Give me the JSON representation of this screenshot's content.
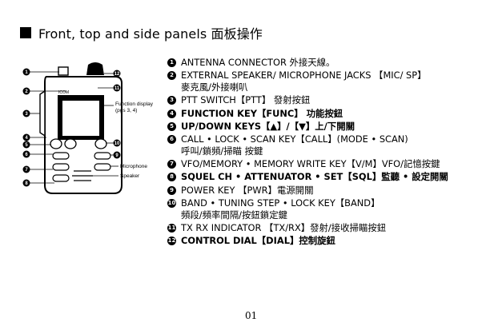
{
  "header": {
    "title": "Front, top and side panels 面板操作"
  },
  "figure": {
    "display_label": "Function display",
    "display_pages": "(pgs 3, 4)",
    "microphone_label": "Microphone",
    "speaker_label": "Speaker",
    "brand": "ICOM",
    "callouts": [
      "1",
      "2",
      "3",
      "4",
      "5",
      "6",
      "7",
      "8",
      "9",
      "10",
      "11",
      "12"
    ]
  },
  "items": [
    {
      "num": "1",
      "line1": "ANTENNA CONNECTOR 外接天線。",
      "line2": "",
      "bold": false
    },
    {
      "num": "2",
      "line1": "EXTERNAL SPEAKER/ MICROPHONE JACKS 【MIC/ SP】",
      "line2": "麥克風/外接喇叭",
      "bold": false
    },
    {
      "num": "3",
      "line1": "PTT SWITCH【PTT】 發射按鈕",
      "line2": "",
      "bold": false
    },
    {
      "num": "4",
      "line1": "FUNCTION KEY【FUNC】 功能按鈕",
      "line2": "",
      "bold": true
    },
    {
      "num": "5",
      "line1": "UP/DOWN KEYS【▲】/【▼】上/下開關",
      "line2": "",
      "bold": true
    },
    {
      "num": "6",
      "line1": "CALL • LOCK • SCAN KEY【CALL】(MODE • SCAN)",
      "line2": "呼叫/鎖頻/掃瞄 按鍵",
      "bold": false
    },
    {
      "num": "7",
      "line1": "VFO/MEMORY • MEMORY WRITE KEY【V/M】VFO/記憶按鍵",
      "line2": "",
      "bold": false
    },
    {
      "num": "8",
      "line1": "SQUEL CH • ATTENUATOR • SET【SQL】監聽 • 設定開關",
      "line2": "",
      "bold": true
    },
    {
      "num": "9",
      "line1": "POWER KEY 【PWR】電源開關",
      "line2": "",
      "bold": false
    },
    {
      "num": "10",
      "line1": "BAND • TUNING STEP • LOCK KEY【BAND】",
      "line2": "頻段/頻率間隔/按鈕鎖定鍵",
      "bold": false
    },
    {
      "num": "11",
      "line1": "TX RX INDICATOR 【TX/RX】發射/接收掃瞄按鈕",
      "line2": "",
      "bold": false
    },
    {
      "num": "12",
      "line1": "CONTROL DIAL【DIAL】控制旋鈕",
      "line2": "",
      "bold": true
    }
  ],
  "page_number": "01"
}
